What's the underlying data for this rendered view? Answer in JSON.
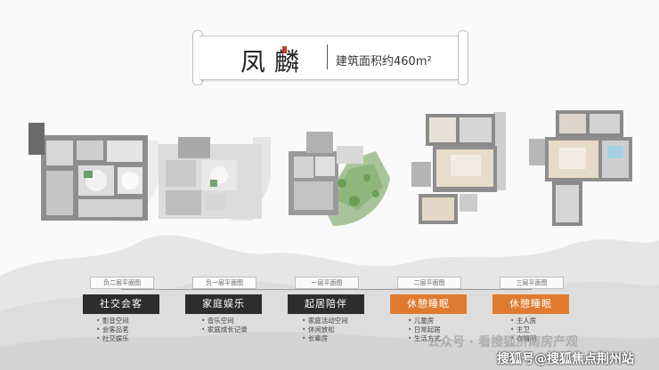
{
  "title": {
    "main": "凤麟",
    "subtitle": "建筑面积约460m²"
  },
  "floors": [
    {
      "floor_label": "负二层平面图",
      "tag": "社交会客",
      "tag_color": "#2d2d2d",
      "features": [
        "影音空间",
        "会客品茗",
        "社交娱乐"
      ]
    },
    {
      "floor_label": "负一层平面图",
      "tag": "家庭娱乐",
      "tag_color": "#2d2d2d",
      "features": [
        "音乐空间",
        "家庭成长记录"
      ]
    },
    {
      "floor_label": "一层平面图",
      "tag": "起居陪伴",
      "tag_color": "#2d2d2d",
      "features": [
        "家庭活动空间",
        "休闲放松",
        "长辈房"
      ]
    },
    {
      "floor_label": "二层平面图",
      "tag": "休憩睡眠",
      "tag_color": "#e07a2e",
      "features": [
        "儿童房",
        "日常起居",
        "生活方式"
      ]
    },
    {
      "floor_label": "三层平面图",
      "tag": "休憩睡眠",
      "tag_color": "#e07a2e",
      "features": [
        "主人房",
        "主卫",
        "衣帽间"
      ]
    }
  ],
  "watermarks": {
    "line1": "公众号 · 看搜狐济南房产观",
    "line2": "搜狐号@搜狐焦点荆州站"
  }
}
